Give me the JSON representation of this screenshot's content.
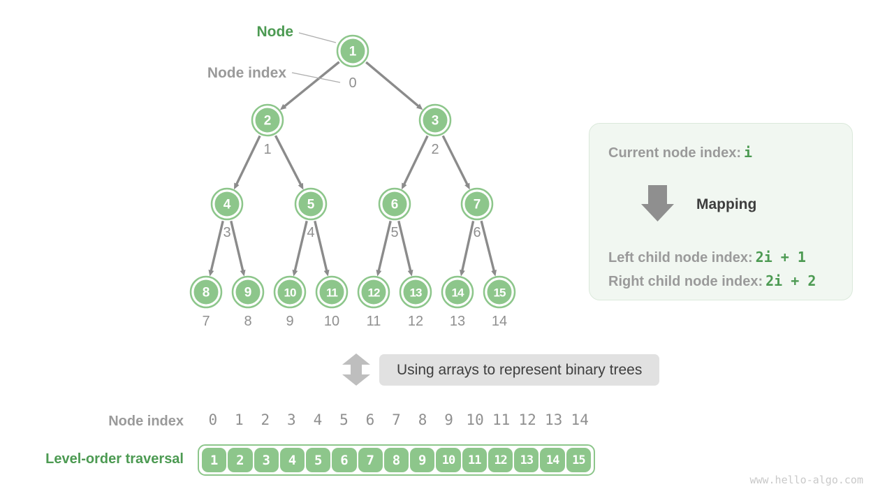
{
  "page": {
    "watermark": "www.hello-algo.com"
  },
  "tree": {
    "node_label": "Node",
    "node_index_label": "Node index",
    "nodes": [
      {
        "value": "1",
        "index": "0"
      },
      {
        "value": "2",
        "index": "1"
      },
      {
        "value": "3",
        "index": "2"
      },
      {
        "value": "4",
        "index": "3"
      },
      {
        "value": "5",
        "index": "4"
      },
      {
        "value": "6",
        "index": "5"
      },
      {
        "value": "7",
        "index": "6"
      },
      {
        "value": "8",
        "index": "7"
      },
      {
        "value": "9",
        "index": "8"
      },
      {
        "value": "10",
        "index": "9"
      },
      {
        "value": "11",
        "index": "10"
      },
      {
        "value": "12",
        "index": "11"
      },
      {
        "value": "13",
        "index": "12"
      },
      {
        "value": "14",
        "index": "13"
      },
      {
        "value": "15",
        "index": "14"
      }
    ]
  },
  "panel": {
    "current_label": "Current node index:",
    "current_value": "i",
    "mapping_label": "Mapping",
    "left_label": "Left child node index:",
    "left_value": "2i + 1",
    "right_label": "Right child node index:",
    "right_value": "2i + 2"
  },
  "divider": {
    "caption": "Using arrays to represent binary trees"
  },
  "array_section": {
    "index_label": "Node index",
    "traversal_label": "Level-order traversal",
    "indices": [
      "0",
      "1",
      "2",
      "3",
      "4",
      "5",
      "6",
      "7",
      "8",
      "9",
      "10",
      "11",
      "12",
      "13",
      "14"
    ],
    "values": [
      "1",
      "2",
      "3",
      "4",
      "5",
      "6",
      "7",
      "8",
      "9",
      "10",
      "11",
      "12",
      "13",
      "14",
      "15"
    ]
  },
  "colors": {
    "node_green": "#8DC68B",
    "text_green": "#4C9A52",
    "arrow_gray": "#8B8B8B",
    "label_gray": "#9A9A9A",
    "index_gray": "#8F8F8F",
    "dark_text": "#3D3D3D",
    "panel_bg": "#F1F7F1",
    "panel_border": "#DBE9DB",
    "divider_bg": "#E1E1E1",
    "updown_gray": "#BEBEBE",
    "watermark_gray": "#C9C9C9"
  }
}
